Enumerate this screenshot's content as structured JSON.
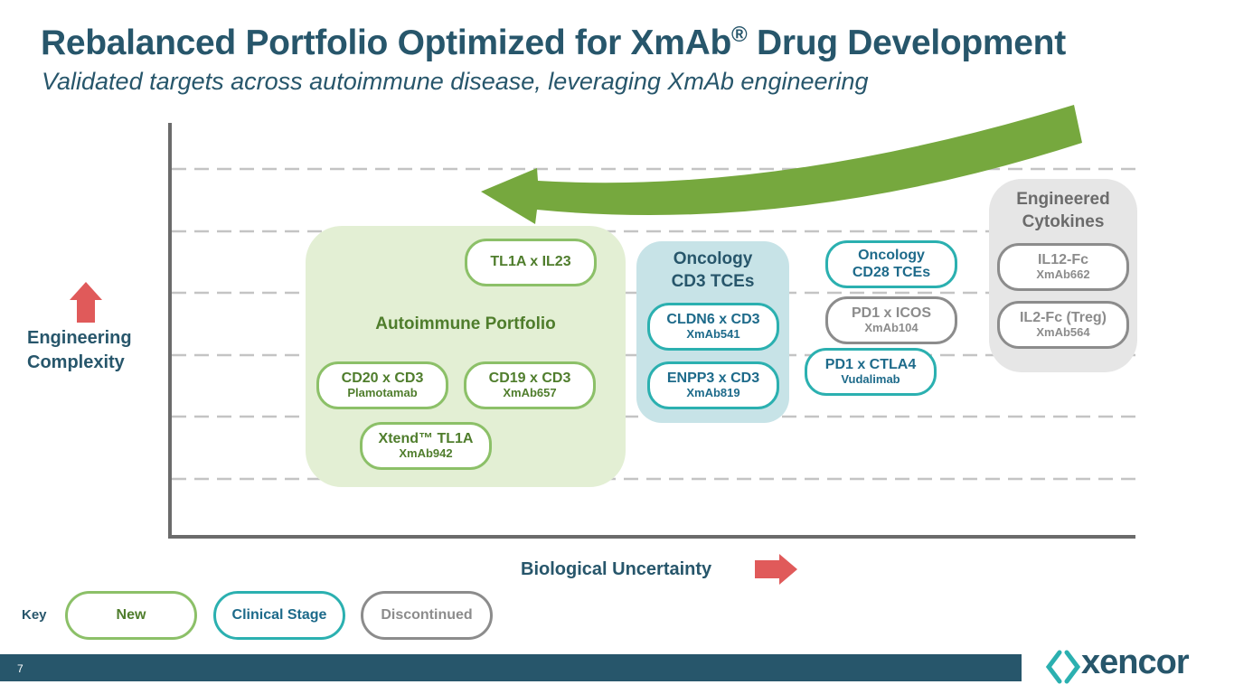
{
  "title": {
    "main": "Rebalanced Portfolio Optimized for XmAb",
    "reg": "®",
    "rest": " Drug Development"
  },
  "subtitle": "Validated targets across autoimmune disease, leveraging XmAb engineering",
  "axes": {
    "y_label_1": "Engineering",
    "y_label_2": "Complexity",
    "x_label": "Biological Uncertainty"
  },
  "groups": {
    "autoimmune": {
      "label": "Autoimmune Portfolio"
    },
    "oncology_cd3": {
      "label_1": "Oncology",
      "label_2": "CD3 TCEs"
    },
    "cytokines": {
      "label_1": "Engineered",
      "label_2": "Cytokines"
    }
  },
  "programs": {
    "tl1a_il23": {
      "name": "TL1A x IL23"
    },
    "cd20_cd3": {
      "name": "CD20 x CD3",
      "code": "Plamotamab"
    },
    "cd19_cd3": {
      "name": "CD19 x CD3",
      "code": "XmAb657"
    },
    "xtend_tl1a": {
      "name": "Xtend™ TL1A",
      "code": "XmAb942"
    },
    "cldn6_cd3": {
      "name": "CLDN6 x CD3",
      "code": "XmAb541"
    },
    "enpp3_cd3": {
      "name": "ENPP3 x CD3",
      "code": "XmAb819"
    },
    "oncology_cd28": {
      "name": "Oncology",
      "code": "CD28 TCEs"
    },
    "pd1_icos": {
      "name": "PD1 x ICOS",
      "code": "XmAb104"
    },
    "pd1_ctla4": {
      "name": "PD1 x CTLA4",
      "code": "Vudalimab"
    },
    "il12_fc": {
      "name": "IL12-Fc",
      "code": "XmAb662"
    },
    "il2_fc": {
      "name": "IL2-Fc (Treg)",
      "code": "XmAb564"
    }
  },
  "key": {
    "label": "Key",
    "new": "New",
    "clinical": "Clinical Stage",
    "discontinued": "Discontinued"
  },
  "footer": {
    "page_number": "7",
    "logo": "xencor"
  },
  "colors": {
    "navy": "#27566b",
    "new_green": "#8cc068",
    "clinical_teal": "#2bb0b0",
    "discontinued_gray": "#8c8c8c",
    "arrow_green": "#76a83e",
    "up_arrow_red": "#e05a5a"
  }
}
